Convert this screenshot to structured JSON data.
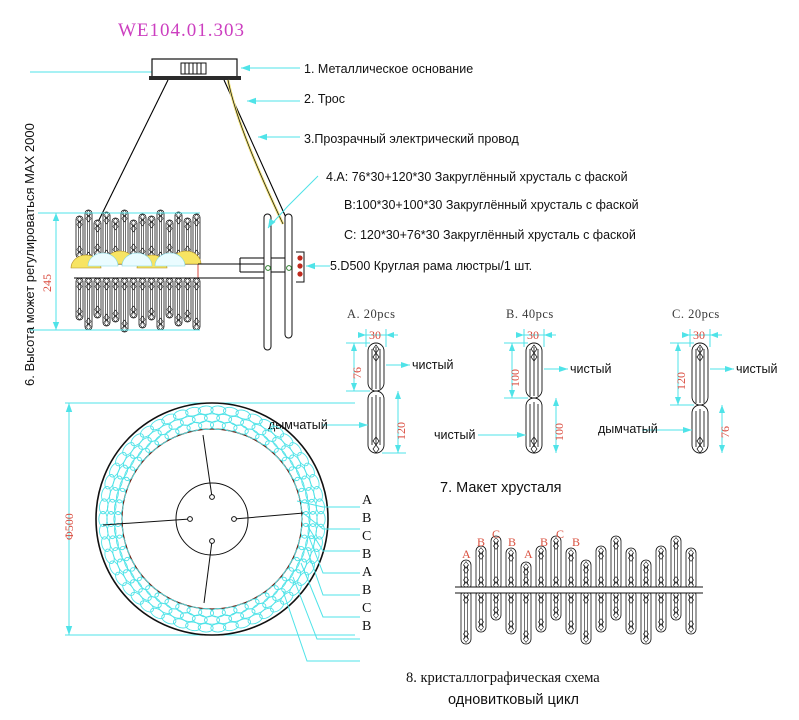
{
  "drawing": {
    "title": "WE104.01.303",
    "title_color": "#cc3fc0"
  },
  "side_note": {
    "text": "6. Высота может регулироваться MAX 2000"
  },
  "callouts": [
    {
      "id": "1",
      "text": "1. Металлическое основание"
    },
    {
      "id": "2",
      "text": "2. Трос"
    },
    {
      "id": "3",
      "text": "3.Прозрачный электрический провод"
    },
    {
      "id": "4a",
      "text": "4.A: 76*30+120*30 Закруглённый хрусталь с фаской"
    },
    {
      "id": "4b",
      "text": "B:100*30+100*30 Закруглённый хрусталь с фаской"
    },
    {
      "id": "4c",
      "text": "C: 120*30+76*30 Закруглённый хрусталь с фаской"
    },
    {
      "id": "5",
      "text": "5.D500 Круглая рама люстры/1 шт."
    }
  ],
  "dimensions": {
    "height_side": "245",
    "diameter": "Φ500"
  },
  "crystal_sections": [
    {
      "key": "A",
      "title": "A. 20pcs",
      "width": "30",
      "top_len": "76",
      "bottom_len": "120",
      "top_material": "чистый",
      "bottom_material": "дымчатый"
    },
    {
      "key": "B",
      "title": "B. 40pcs",
      "width": "30",
      "top_len": "100",
      "bottom_len": "100",
      "top_material": "чистый",
      "bottom_material": "чистый"
    },
    {
      "key": "C",
      "title": "C. 20pcs",
      "width": "30",
      "top_len": "120",
      "bottom_len": "76",
      "top_material": "чистый",
      "bottom_material": "дымчатый"
    }
  ],
  "ring_labels": [
    "A",
    "B",
    "C",
    "B",
    "A",
    "B",
    "C",
    "B"
  ],
  "scheme_labels": [
    "A",
    "B",
    "C",
    "B",
    "A",
    "B",
    "C",
    "B"
  ],
  "captions": {
    "mockup": "7. Макет хрусталя",
    "scheme_line1": "8. кристаллографическая схема",
    "scheme_line2": "одновитковый цикл"
  },
  "colors": {
    "cyan": "#4fe3e8",
    "red": "#d94a3d",
    "magenta": "#cc3fc0",
    "yellow": "#f7e463",
    "ink": "#111111"
  }
}
